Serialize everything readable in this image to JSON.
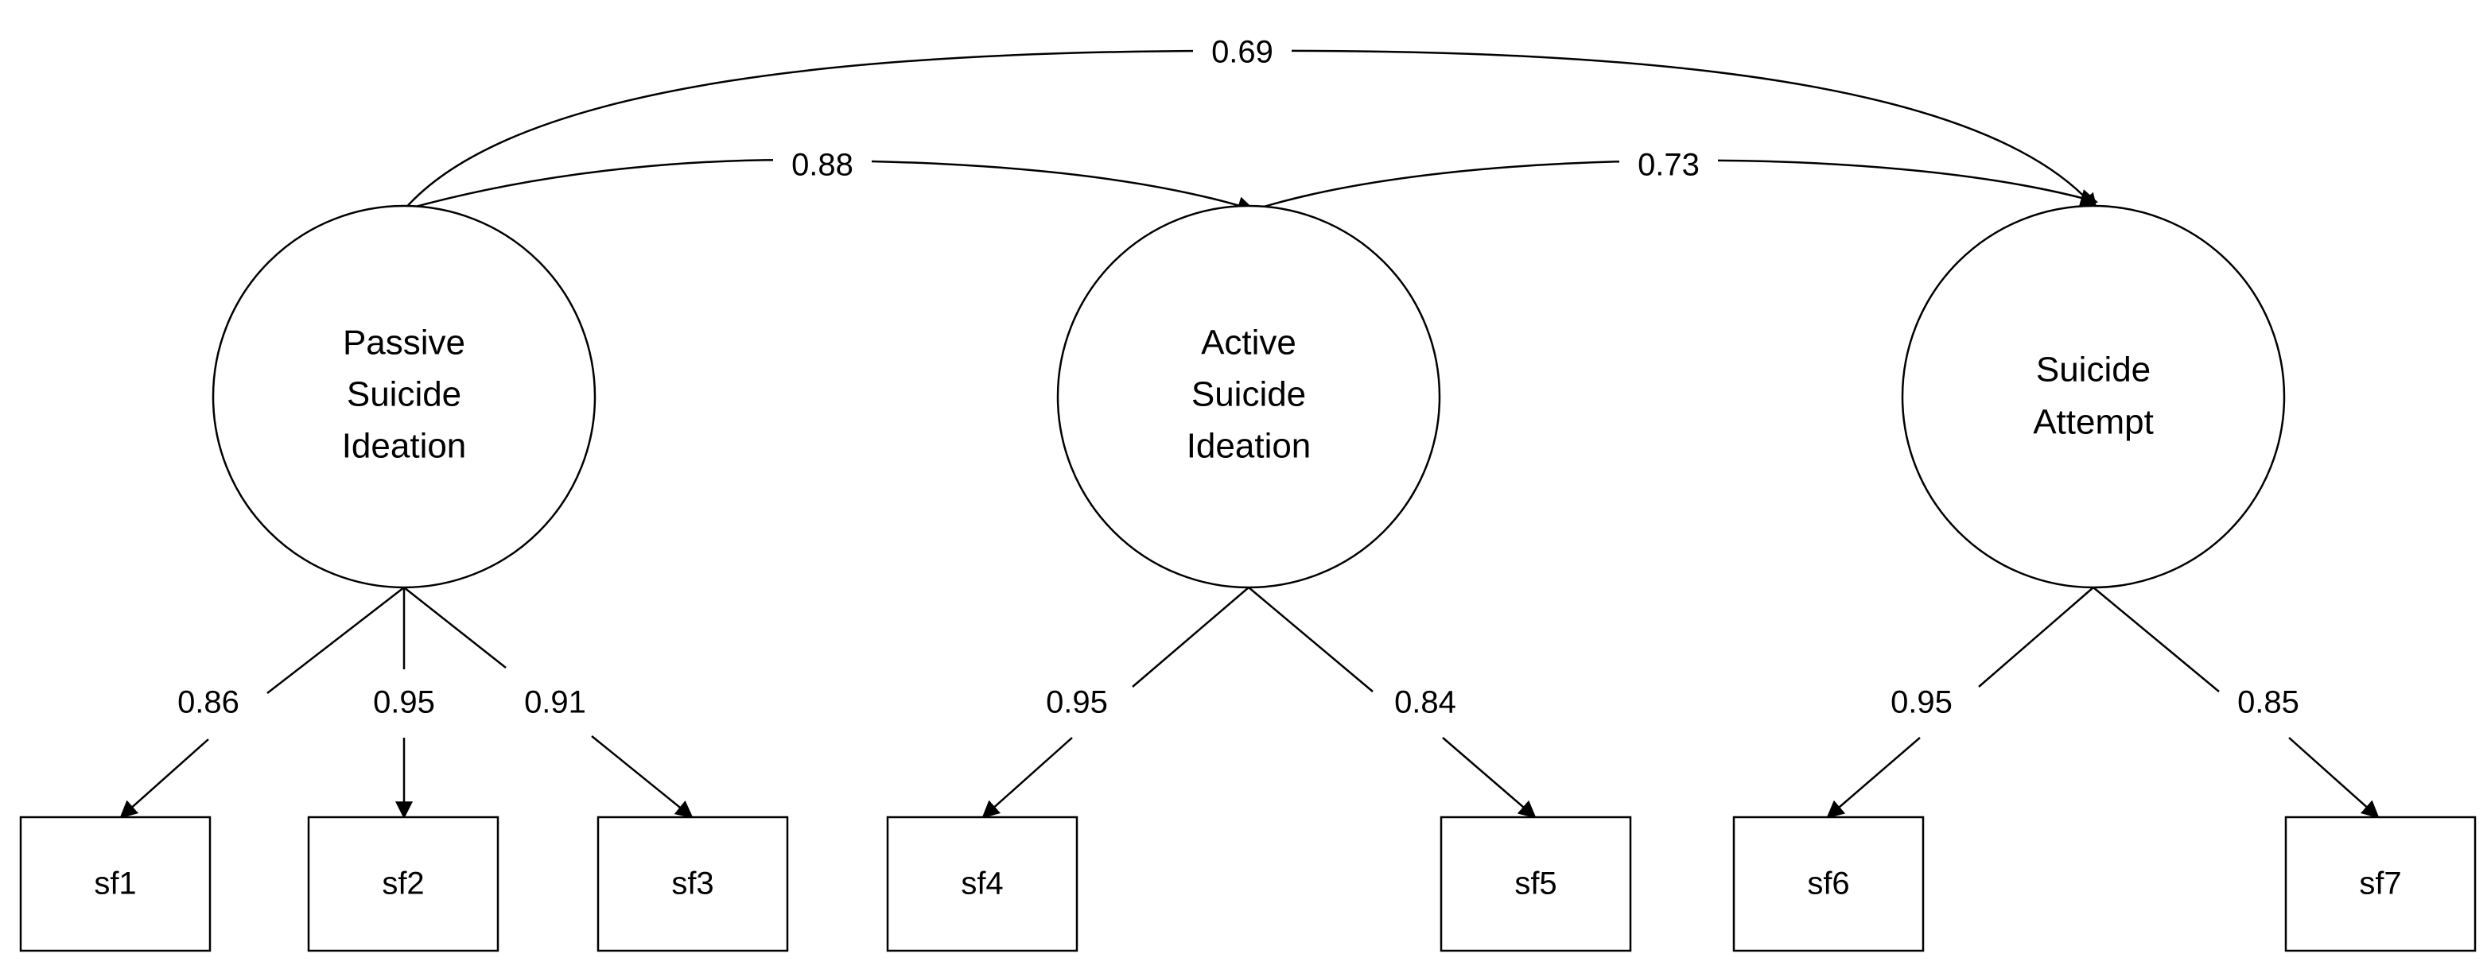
{
  "latents": [
    {
      "id": "L1",
      "lines": [
        "Passive",
        "Suicide",
        "Ideation"
      ]
    },
    {
      "id": "L2",
      "lines": [
        "Active",
        "Suicide",
        "Ideation"
      ]
    },
    {
      "id": "L3",
      "lines": [
        "Suicide",
        "Attempt"
      ]
    }
  ],
  "indicators": [
    {
      "id": "sf1",
      "label": "sf1"
    },
    {
      "id": "sf2",
      "label": "sf2"
    },
    {
      "id": "sf3",
      "label": "sf3"
    },
    {
      "id": "sf4",
      "label": "sf4"
    },
    {
      "id": "sf5",
      "label": "sf5"
    },
    {
      "id": "sf6",
      "label": "sf6"
    },
    {
      "id": "sf7",
      "label": "sf7"
    }
  ],
  "correlations": [
    {
      "from": "L1",
      "to": "L3",
      "label": "0.69"
    },
    {
      "from": "L1",
      "to": "L2",
      "label": "0.88"
    },
    {
      "from": "L2",
      "to": "L3",
      "label": "0.73"
    }
  ],
  "loadings": [
    {
      "from": "L1",
      "to": "sf1",
      "label": "0.86"
    },
    {
      "from": "L1",
      "to": "sf2",
      "label": "0.95"
    },
    {
      "from": "L1",
      "to": "sf3",
      "label": "0.91"
    },
    {
      "from": "L2",
      "to": "sf4",
      "label": "0.95"
    },
    {
      "from": "L2",
      "to": "sf5",
      "label": "0.84"
    },
    {
      "from": "L3",
      "to": "sf6",
      "label": "0.95"
    },
    {
      "from": "L3",
      "to": "sf7",
      "label": "0.85"
    }
  ]
}
